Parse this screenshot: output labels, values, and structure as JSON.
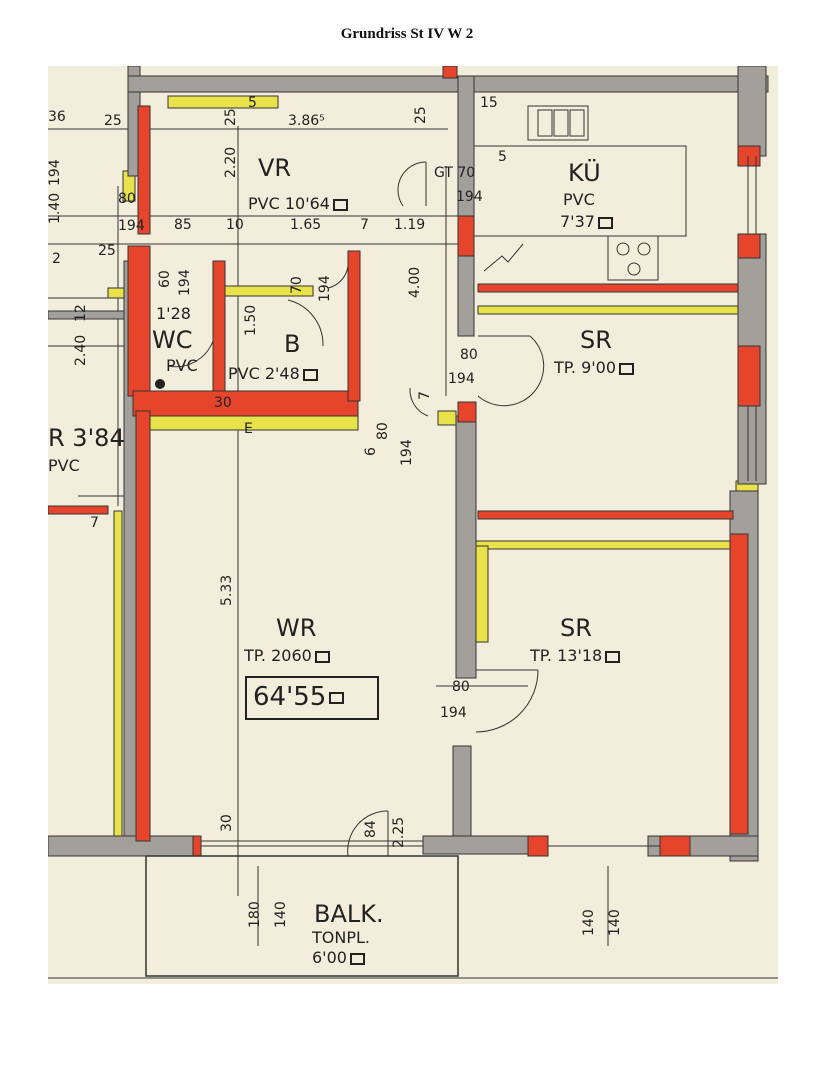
{
  "page": {
    "title": "Grundriss St IV W 2"
  },
  "rooms": {
    "vr": {
      "name": "VR",
      "floor": "PVC 10'64"
    },
    "kue": {
      "name": "KÜ",
      "material": "PVC",
      "area": "7'37"
    },
    "wc": {
      "area": "1'28",
      "name": "WC",
      "floor": "PVC"
    },
    "bad": {
      "name": "B",
      "floor": "PVC 2'48"
    },
    "sr1": {
      "name": "SR",
      "floor": "TP. 9'00"
    },
    "wr": {
      "name": "WR",
      "floor": "TP. 2060"
    },
    "sr2": {
      "name": "SR",
      "floor": "TP. 13'18"
    },
    "balk": {
      "name": "BALK.",
      "floor": "TONPL.",
      "area": "6'00"
    },
    "left_room": {
      "name": "R 3'84",
      "floor": "PVC"
    }
  },
  "total_area": "64'55",
  "dimensions": {
    "d386": "3.86⁵",
    "d386b": "36",
    "d25a": "25",
    "d25b": "25",
    "d25c": "25",
    "d25d": "25",
    "d220": "2.20",
    "d5a": "5",
    "d5b": "5",
    "d15": "15",
    "d194a": "194",
    "d140": "1.40",
    "d80a": "80",
    "d194b": "194",
    "d85": "85",
    "d10": "10",
    "d165": "1.65",
    "d7a": "7",
    "d119": "1.19",
    "d400": "4.00",
    "gt": "GT 70",
    "d194c": "194",
    "d2": "2",
    "d60": "60",
    "d194d": "194",
    "d70": "70",
    "d194e": "194",
    "d150": "1.50",
    "d240": "2.40",
    "d12": "12",
    "d80b": "80",
    "d194f": "194",
    "d80c": "80",
    "d194g": "194",
    "d7b": "7",
    "d30a": "30",
    "dE": "E",
    "d6": "6",
    "d533": "5.33",
    "d80d": "80",
    "d194h": "194",
    "d30b": "30",
    "d84": "84",
    "d225": "2.25",
    "d180": "180",
    "d140a": "140",
    "d140b": "140",
    "d140c": "140",
    "d7c": "7"
  }
}
